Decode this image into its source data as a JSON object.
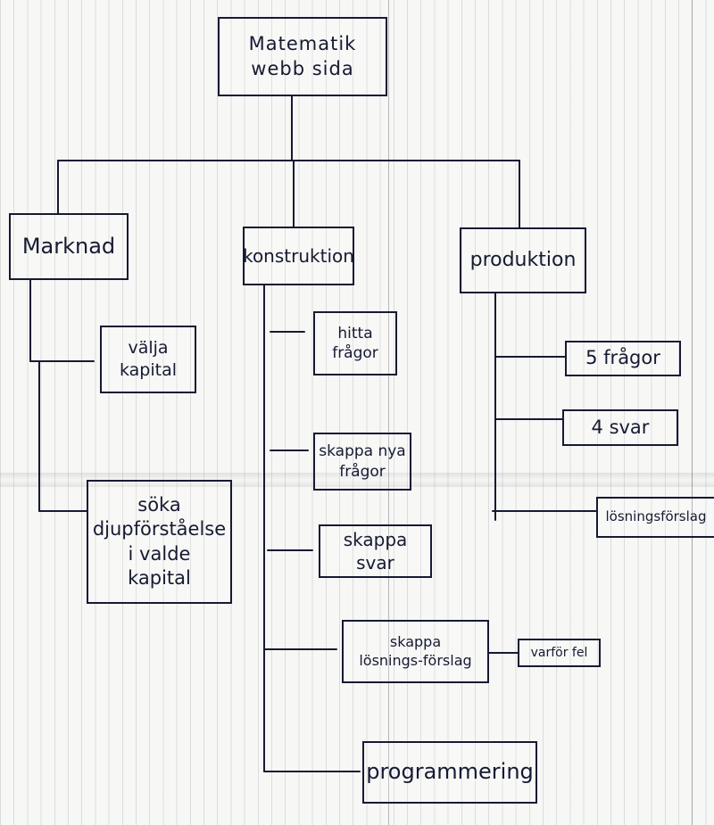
{
  "diagram": {
    "root": "Matematik\nwebb sida",
    "branches": {
      "marknad": {
        "label": "Marknad",
        "children": [
          "välja\nkapital",
          "söka\ndjupförståelse\ni  valde\nkapital"
        ]
      },
      "konstruktion": {
        "label": "konstruktion",
        "children": [
          "hitta\nfrågor",
          "skappa nya\nfrågor",
          "skappa\nsvar",
          "skappa\nlösnings-förslag",
          "programmering"
        ],
        "sub": "varför fel"
      },
      "produktion": {
        "label": "produktion",
        "children": [
          "5 frågor",
          "4 svar",
          "lösningsförslag"
        ]
      }
    }
  },
  "colors": {
    "ink": "#161a33",
    "paper": "#f7f7f5",
    "rule": "#9696a0"
  }
}
